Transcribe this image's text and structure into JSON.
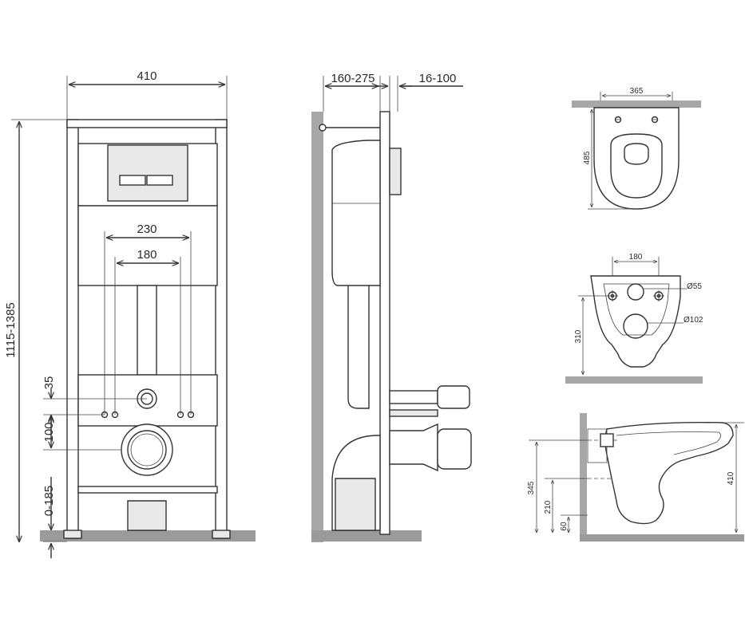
{
  "front_view": {
    "width_label": "410",
    "height_label": "1115-1385",
    "outer_spacing_label": "230",
    "inner_spacing_label": "180",
    "offset_label": "35",
    "drain_offset_label": "100",
    "floor_range_label": "0-185"
  },
  "side_view": {
    "depth_label": "160-275",
    "wall_gap_label": "16-100"
  },
  "top_view": {
    "width_label": "365",
    "length_label": "485"
  },
  "back_view": {
    "bolt_spacing_label": "180",
    "small_hole_label": "Ø55",
    "large_hole_label": "Ø102",
    "height_label": "310"
  },
  "profile_view": {
    "height_label": "345",
    "outlet_height_label": "210",
    "floor_gap_label": "60",
    "total_height_label": "410"
  },
  "colors": {
    "line": "#333333",
    "wall_fill": "#a7a7a7",
    "floor_fill": "#9a9a9a"
  }
}
